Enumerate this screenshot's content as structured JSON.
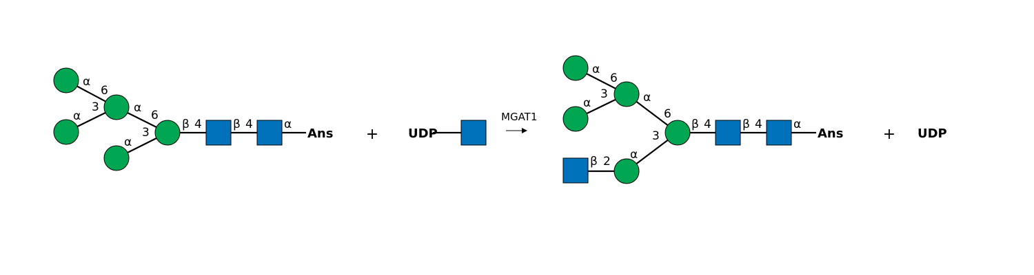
{
  "colors": {
    "mannose": "#00a651",
    "glcnac": "#0072bc",
    "line": "#000000",
    "background": "#ffffff"
  },
  "icons": {
    "mannose": "green-circle",
    "glcnac": "blue-square"
  },
  "reactant": {
    "aglycone": "Ans",
    "anomer_ans": "α",
    "anomer_chitobiose": "β",
    "pos_chitobiose": "4",
    "anomer_core": "β",
    "pos_core": "4",
    "arm6_anomer": "α",
    "arm6_pos": "6",
    "arm3_anomer": "α",
    "arm3_pos": "3",
    "branch6_anomer": "α",
    "branch6_pos": "6",
    "branch3_anomer": "α",
    "branch3_pos": "3"
  },
  "plus": "+",
  "donor": {
    "label": "UDP"
  },
  "enzyme": "MGAT1",
  "product": {
    "aglycone": "Ans",
    "anomer_ans": "α",
    "anomer_chitobiose": "β",
    "pos_chitobiose": "4",
    "anomer_core": "β",
    "pos_core": "4",
    "arm6_anomer": "α",
    "arm6_pos": "6",
    "arm3_anomer": "α",
    "arm3_pos": "3",
    "branch6_anomer": "α",
    "branch6_pos": "6",
    "branch3_anomer": "α",
    "branch3_pos": "3",
    "glcnac_anomer": "β",
    "glcnac_pos": "2"
  },
  "byproduct": {
    "label": "UDP"
  }
}
